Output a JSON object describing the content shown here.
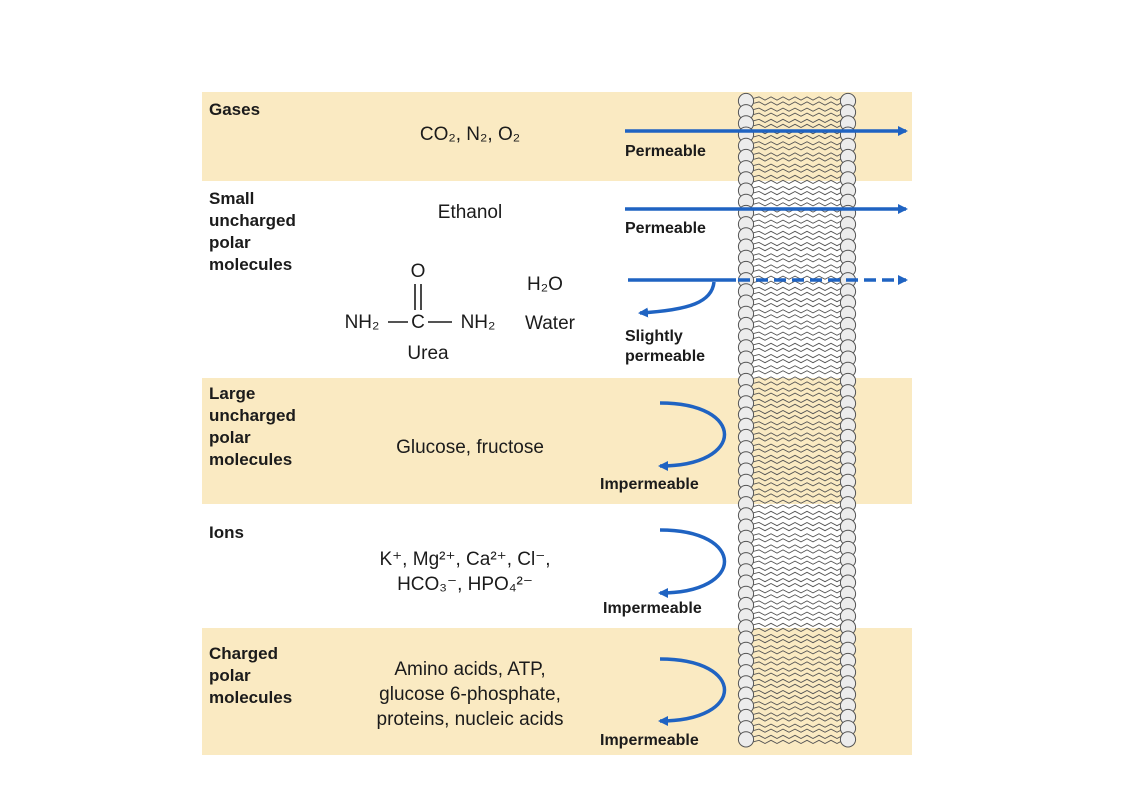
{
  "colors": {
    "band": "#faeac2",
    "arrow": "#1f63c2",
    "lipid_head_fill": "#ececec",
    "lipid_stroke": "#555555"
  },
  "rows": [
    {
      "category": "Gases",
      "molecules": "CO₂, N₂, O₂",
      "permeability": "Permeable",
      "shaded": true,
      "arrow": "through"
    },
    {
      "category": "Small\nuncharged\npolar\nmolecules",
      "molecules": "Ethanol",
      "permeability": "Permeable",
      "shaded": false,
      "arrow": "through"
    },
    {
      "category": "",
      "molecules": "Water",
      "permeability": "Slightly\npermeable",
      "shaded": false,
      "arrow": "partial"
    },
    {
      "category": "Large\nuncharged\npolar\nmolecules",
      "molecules": "Glucose, fructose",
      "permeability": "Impermeable",
      "shaded": true,
      "arrow": "reflect"
    },
    {
      "category": "Ions",
      "molecules": "K⁺, Mg²⁺, Ca²⁺, Cl⁻,\nHCO₃⁻, HPO₄²⁻",
      "permeability": "Impermeable",
      "shaded": false,
      "arrow": "reflect"
    },
    {
      "category": "Charged\npolar\nmolecules",
      "molecules": "Amino acids, ATP,\nglucose 6-phosphate,\nproteins, nucleic acids",
      "permeability": "Impermeable",
      "shaded": true,
      "arrow": "reflect"
    }
  ],
  "urea": {
    "formula_left": "NH₂",
    "formula_center": "C",
    "formula_right": "NH₂",
    "oxygen": "O",
    "name": "Urea"
  },
  "water_formula": "H₂O"
}
